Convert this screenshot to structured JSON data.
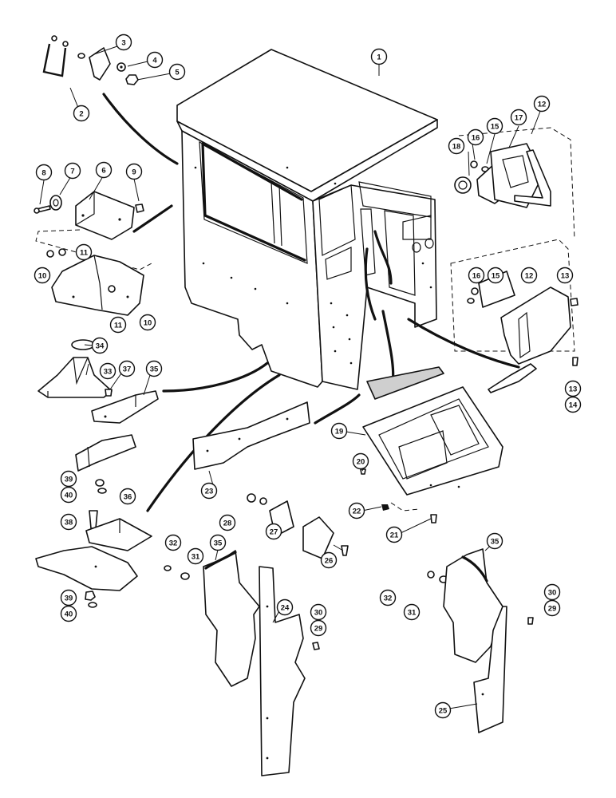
{
  "callouts": [
    {
      "id": "c1",
      "text": "1"
    },
    {
      "id": "c2",
      "text": "2"
    },
    {
      "id": "c3",
      "text": "3"
    },
    {
      "id": "c4",
      "text": "4"
    },
    {
      "id": "c5",
      "text": "5"
    },
    {
      "id": "c6",
      "text": "6"
    },
    {
      "id": "c7",
      "text": "7"
    },
    {
      "id": "c8",
      "text": "8"
    },
    {
      "id": "c9",
      "text": "9"
    },
    {
      "id": "c10a",
      "text": "10"
    },
    {
      "id": "c10b",
      "text": "10"
    },
    {
      "id": "c11a",
      "text": "11"
    },
    {
      "id": "c11b",
      "text": "11"
    },
    {
      "id": "c12a",
      "text": "12"
    },
    {
      "id": "c12b",
      "text": "12"
    },
    {
      "id": "c13a",
      "text": "13"
    },
    {
      "id": "c13b",
      "text": "13"
    },
    {
      "id": "c14",
      "text": "14"
    },
    {
      "id": "c15a",
      "text": "15"
    },
    {
      "id": "c15b",
      "text": "15"
    },
    {
      "id": "c16a",
      "text": "16"
    },
    {
      "id": "c16b",
      "text": "16"
    },
    {
      "id": "c17",
      "text": "17"
    },
    {
      "id": "c18",
      "text": "18"
    },
    {
      "id": "c19",
      "text": "19"
    },
    {
      "id": "c20",
      "text": "20"
    },
    {
      "id": "c21",
      "text": "21"
    },
    {
      "id": "c22",
      "text": "22"
    },
    {
      "id": "c23",
      "text": "23"
    },
    {
      "id": "c24",
      "text": "24"
    },
    {
      "id": "c25",
      "text": "25"
    },
    {
      "id": "c26",
      "text": "26"
    },
    {
      "id": "c27",
      "text": "27"
    },
    {
      "id": "c28",
      "text": "28"
    },
    {
      "id": "c29a",
      "text": "29"
    },
    {
      "id": "c29b",
      "text": "29"
    },
    {
      "id": "c30a",
      "text": "30"
    },
    {
      "id": "c30b",
      "text": "30"
    },
    {
      "id": "c31a",
      "text": "31"
    },
    {
      "id": "c31b",
      "text": "31"
    },
    {
      "id": "c32a",
      "text": "32"
    },
    {
      "id": "c32b",
      "text": "32"
    },
    {
      "id": "c33",
      "text": "33"
    },
    {
      "id": "c34",
      "text": "34"
    },
    {
      "id": "c35a",
      "text": "35"
    },
    {
      "id": "c35b",
      "text": "35"
    },
    {
      "id": "c35c",
      "text": "35"
    },
    {
      "id": "c36",
      "text": "36"
    },
    {
      "id": "c37",
      "text": "37"
    },
    {
      "id": "c38",
      "text": "38"
    },
    {
      "id": "c39a",
      "text": "39"
    },
    {
      "id": "c39b",
      "text": "39"
    },
    {
      "id": "c40a",
      "text": "40"
    },
    {
      "id": "c40b",
      "text": "40"
    }
  ]
}
